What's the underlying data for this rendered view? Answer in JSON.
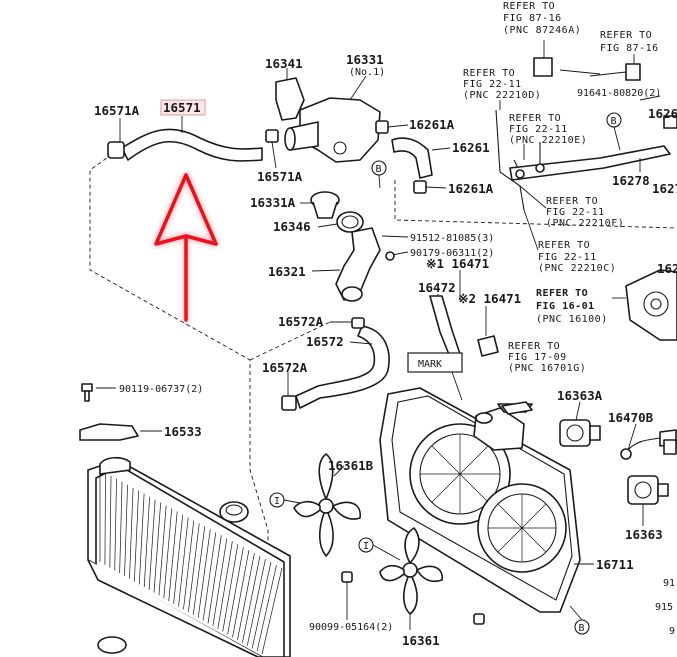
{
  "labels": {
    "l16571A": "16571A",
    "l16571": "16571",
    "l16341": "16341",
    "l16331": "16331",
    "l16331_note": "(No.1)",
    "l16261A_top": "16261A",
    "l16261": "16261",
    "l16261A_mid": "16261A",
    "l16571A_b": "16571A",
    "l16331A": "16331A",
    "l16346": "16346",
    "l91512": "91512-81085(3)",
    "l90179": "90179-06311(2)",
    "l16321": "16321",
    "l16471": "※1 16471",
    "l16472": "16472",
    "l216471": "※2 16471",
    "l16572A_top": "16572A",
    "l16572": "16572",
    "l16572A_b": "16572A",
    "l90119": "90119-06737(2)",
    "l16533": "16533",
    "l16361B": "16361B",
    "l16361": "16361",
    "l90099": "90099-05164(2)",
    "l16363A": "16363A",
    "l16470B": "16470B",
    "l16363": "16363",
    "l16711": "16711",
    "l91641": "91641-80820(2)",
    "l16278": "16278",
    "l1626x": "1626",
    "l1627x": "1627",
    "l162x": "162",
    "l91x": "91",
    "l915x": "915",
    "l9x": "9",
    "mark": "MARK",
    "circle_B": "B",
    "circle_I": "I"
  },
  "references": {
    "fig87_246a": [
      "REFER TO",
      "FIG 87-16",
      "(PNC 87246A)"
    ],
    "fig87_16": [
      "REFER TO",
      "FIG 87-16"
    ],
    "fig22_22210d": [
      "REFER TO",
      "FIG 22-11",
      "(PNC 22210D)"
    ],
    "fig22_22210e": [
      "REFER TO",
      "FIG 22-11",
      "(PNC 22210E)"
    ],
    "fig22_22210f": [
      "REFER TO",
      "FIG 22-11",
      "(PNC 22210F)"
    ],
    "fig22_22210c": [
      "REFER TO",
      "FIG 22-11",
      "(PNC 22210C)"
    ],
    "fig16_16100": [
      "REFER TO",
      "FIG 16-01",
      "(PNC 16100)"
    ],
    "fig17_16701g": [
      "REFER TO",
      "FIG 17-09",
      "(PNC 16701G)"
    ]
  },
  "highlight": {
    "target_label": "16571",
    "arrow_color": "#e8121f",
    "arrow_direction": "up"
  }
}
